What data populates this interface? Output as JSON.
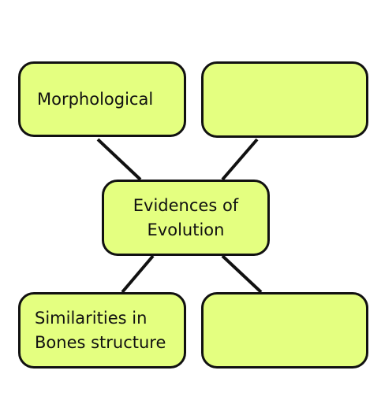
{
  "diagram": {
    "colors": {
      "box_fill": "#e4ff80",
      "border": "#111111",
      "connector": "#111111"
    },
    "center": {
      "label": "Evidences of\nEvolution"
    },
    "branches": [
      {
        "label": "Morphological"
      },
      {
        "label": ""
      },
      {
        "label": "Similarities in\nBones structure"
      },
      {
        "label": ""
      }
    ]
  }
}
